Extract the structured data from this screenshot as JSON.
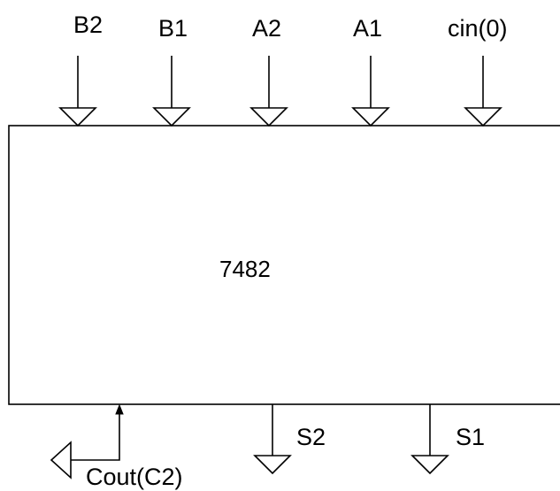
{
  "chip": {
    "name": "7482"
  },
  "inputs": [
    {
      "label": "B2"
    },
    {
      "label": "B1"
    },
    {
      "label": "A2"
    },
    {
      "label": "A1"
    },
    {
      "label": "cin(0)"
    }
  ],
  "outputs": [
    {
      "label": "S2"
    },
    {
      "label": "S1"
    }
  ],
  "carry_out": {
    "label": "Cout(C2)"
  }
}
